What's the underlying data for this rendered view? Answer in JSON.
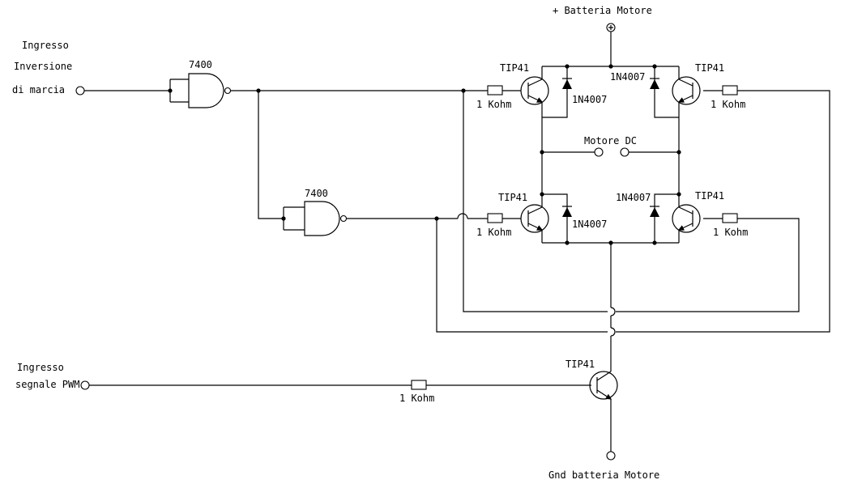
{
  "labels": {
    "input_inversion_1": "Ingresso",
    "input_inversion_2": "Inversione",
    "input_inversion_3": "di marcia",
    "gate_top": "7400",
    "gate_bottom": "7400",
    "battery_plus": "+ Batteria Motore",
    "motor": "Motore DC",
    "pwm_input_1": "Ingresso",
    "pwm_input_2": "segnale PWM",
    "ground": "Gnd batteria Motore",
    "q_top_left": "TIP41",
    "q_top_right": "TIP41",
    "q_bottom_left": "TIP41",
    "q_bottom_right": "TIP41",
    "q_pwm": "TIP41",
    "d_top_left": "1N4007",
    "d_top_right": "1N4007",
    "d_bottom_left": "1N4007",
    "d_bottom_right": "1N4007",
    "r_top_left": "1 Kohm",
    "r_top_right": "1 Kohm",
    "r_bottom_left": "1 Kohm",
    "r_bottom_right": "1 Kohm",
    "r_pwm": "1 Kohm"
  }
}
